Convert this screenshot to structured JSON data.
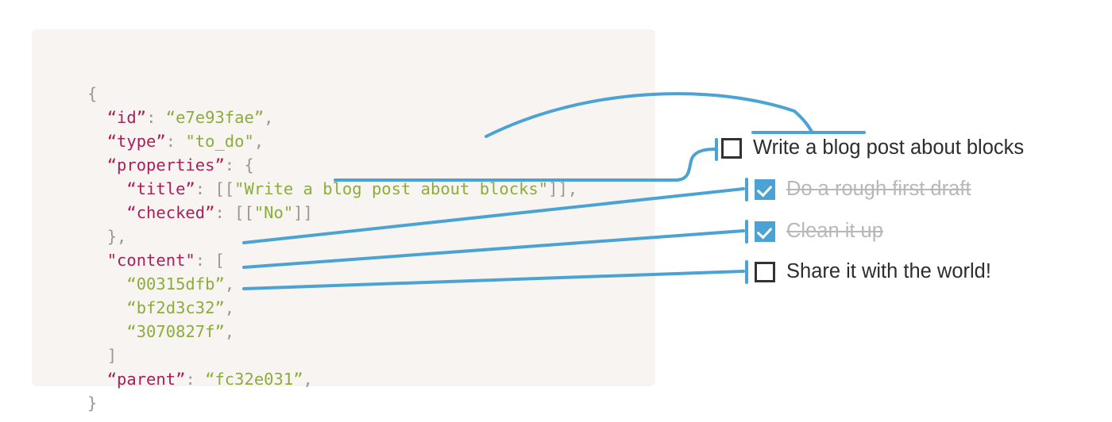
{
  "code_panel": {
    "background_color": "#f8f4f1",
    "key_color": "#a8205a",
    "string_color": "#8cac3e",
    "punctuation_color": "#9b9792",
    "lines": {
      "l1": "{",
      "l2_key": "“id”",
      "l2_sep": ": ",
      "l2_val": "“e7e93fae”",
      "l2_end": ",",
      "l3_key": "“type”",
      "l3_sep": ": ",
      "l3_val": "\"to_do\"",
      "l3_end": ",",
      "l4_key": "“properties”",
      "l4_sep": ": ",
      "l4_end": "{",
      "l5_key": "“title”",
      "l5_sep": ": ",
      "l5_open": "[[",
      "l5_val": "\"Write a blog post about blocks\"",
      "l5_end": "]],",
      "l6_key": "“checked”",
      "l6_sep": ": ",
      "l6_open": "[[",
      "l6_val": "\"No\"",
      "l6_end": "]]",
      "l7": "},",
      "l8_key": "\"content\"",
      "l8_sep": ": ",
      "l8_end": "[",
      "l9_val": "“00315dfb”",
      "l9_end": ",",
      "l10_val": "“bf2d3c32”",
      "l10_end": ",",
      "l11_val": "“3070827f”",
      "l11_end": ",",
      "l12": "]",
      "l13_key": "“parent”",
      "l13_sep": ": ",
      "l13_val": "“fc32e031”",
      "l13_end": ",",
      "l14": "}"
    }
  },
  "checklist": {
    "accent_color": "#4ba3d3",
    "items": [
      {
        "label": "Write a blog post about blocks",
        "checked": false,
        "state": "unchecked"
      },
      {
        "label": "Do a rough first draft",
        "checked": true,
        "state": "checked"
      },
      {
        "label": "Clean it up",
        "checked": true,
        "state": "checked"
      },
      {
        "label": "Share it with the world!",
        "checked": false,
        "state": "unchecked"
      }
    ]
  },
  "connectors": {
    "color": "#4ba3d3",
    "stroke_width": 4,
    "descriptions": [
      "title-string arcs over to underline beneath first todo text",
      "checked-value S-curves to first checkbox tick",
      "content id 00315dfb connects to second todo",
      "content id bf2d3c32 connects to third todo",
      "content id 3070827f connects to fourth todo"
    ]
  }
}
